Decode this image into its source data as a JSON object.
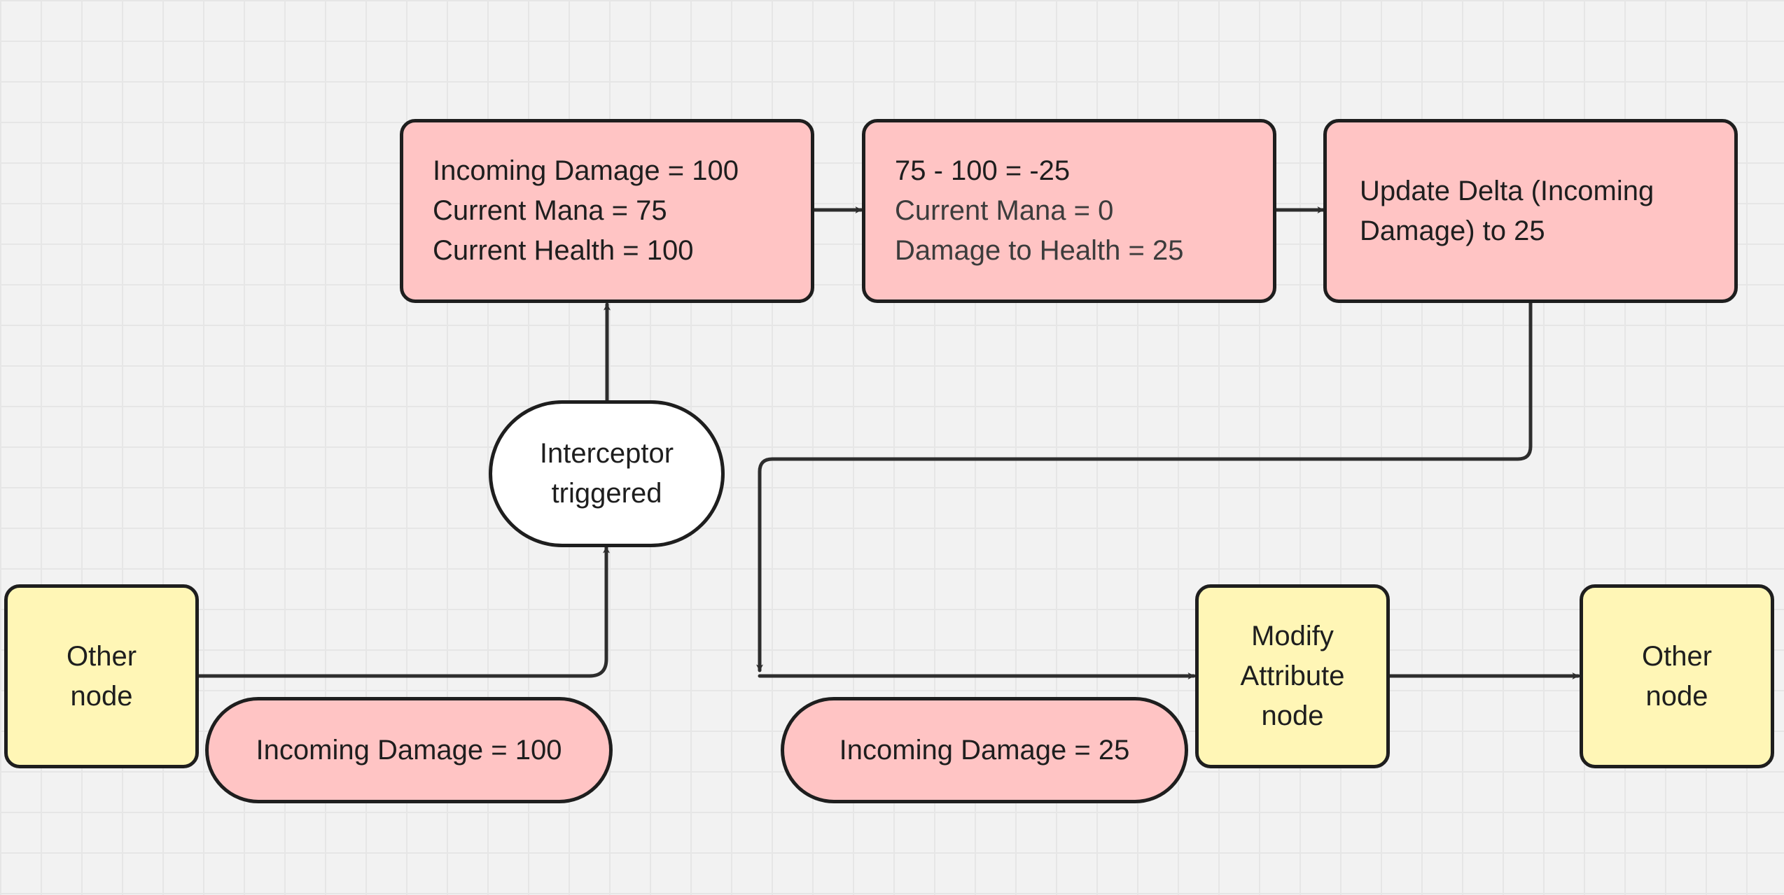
{
  "colors": {
    "canvas_bg": "#f2f2f2",
    "grid_line": "#e6e6e6",
    "stroke": "#1e1e1e",
    "pink_fill": "#ffc4c4",
    "yellow_fill": "#fff6b6",
    "white_fill": "#ffffff"
  },
  "nodes": {
    "other_node_left": {
      "lines": [
        "Other",
        "node"
      ]
    },
    "interceptor": {
      "lines": [
        "Interceptor",
        "triggered"
      ]
    },
    "incoming_values": {
      "lines": [
        "Incoming Damage = 100",
        "Current Mana = 75",
        "Current Health = 100"
      ]
    },
    "calculation": {
      "lines": [
        "75 - 100 = -25",
        "Current Mana = 0",
        "Damage to Health = 25"
      ]
    },
    "update_delta": {
      "lines": [
        "Update Delta (Incoming",
        "Damage) to 25"
      ]
    },
    "modify_attribute": {
      "lines": [
        "Modify",
        "Attribute",
        "node"
      ]
    },
    "other_node_right": {
      "lines": [
        "Other",
        "node"
      ]
    }
  },
  "labels": {
    "incoming_100": "Incoming Damage = 100",
    "incoming_25": "Incoming Damage = 25"
  },
  "edges": [
    {
      "from": "other_node_left",
      "to": "interceptor"
    },
    {
      "from": "interceptor",
      "to": "incoming_values"
    },
    {
      "from": "incoming_values",
      "to": "calculation"
    },
    {
      "from": "calculation",
      "to": "update_delta"
    },
    {
      "from": "update_delta",
      "to": "modify_attribute"
    },
    {
      "from": "modify_attribute",
      "to": "other_node_right"
    }
  ]
}
